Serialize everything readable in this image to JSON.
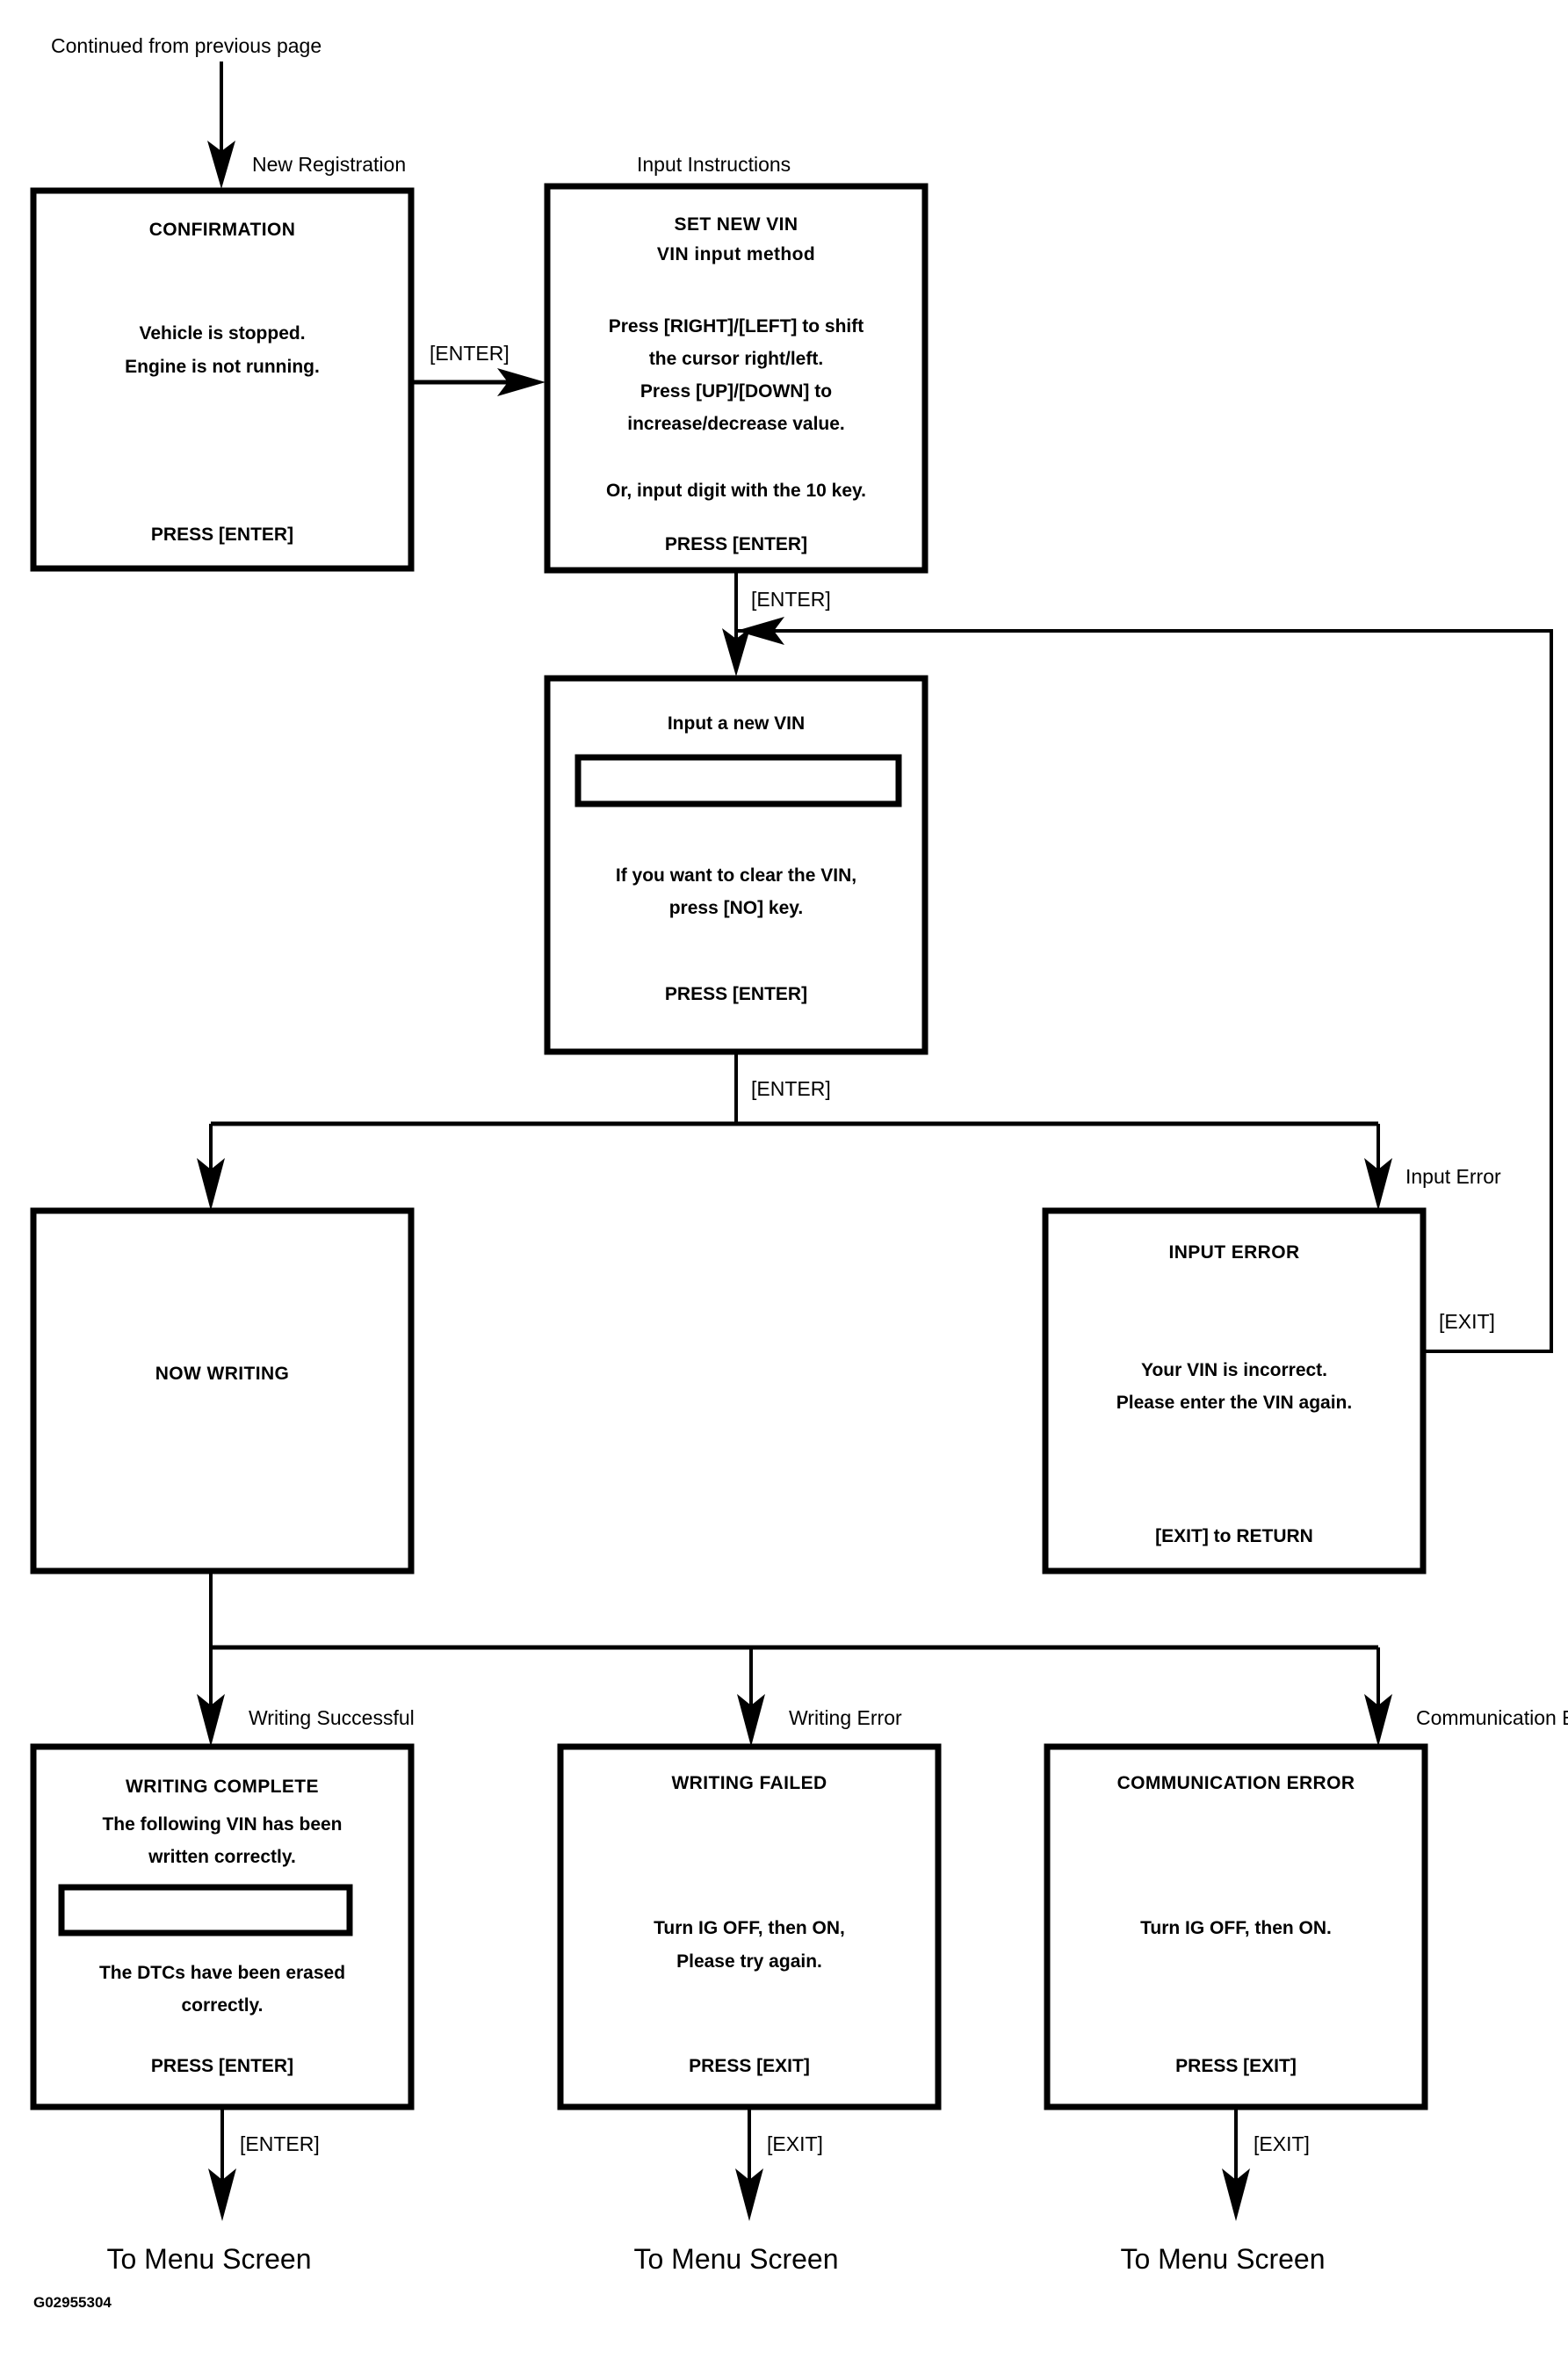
{
  "figure": {
    "id_label": "G02955304",
    "entry_note": "Continued from previous page"
  },
  "edge_labels": {
    "new_registration": "New Registration",
    "input_instructions": "Input Instructions",
    "enter_1": "[ENTER]",
    "enter_2": "[ENTER]",
    "enter_3": "[ENTER]",
    "input_error": "Input Error",
    "exit_return": "[EXIT]",
    "writing_successful": "Writing Successful",
    "writing_error": "Writing Error",
    "communication_error": "Communication Error",
    "enter_menu": "[ENTER]",
    "exit_menu_1": "[EXIT]",
    "exit_menu_2": "[EXIT]"
  },
  "terminals": {
    "menu_1": "To Menu Screen",
    "menu_2": "To Menu Screen",
    "menu_3": "To Menu Screen"
  },
  "screens": {
    "confirmation": {
      "title": "CONFIRMATION",
      "body": [
        "Vehicle is stopped.",
        "Engine is not running."
      ],
      "footer": "PRESS [ENTER]"
    },
    "set_new_vin": {
      "title_line1": "SET NEW VIN",
      "title_line2": "VIN input method",
      "body": [
        "Press [RIGHT]/[LEFT] to shift",
        "the cursor right/left.",
        "Press [UP]/[DOWN] to",
        "increase/decrease value."
      ],
      "body2": "Or, input digit with the 10 key.",
      "footer": "PRESS [ENTER]"
    },
    "input_new_vin": {
      "title": "Input a new VIN",
      "field_value": "",
      "body": [
        "If you want to clear the VIN,",
        "press [NO] key."
      ],
      "footer": "PRESS [ENTER]"
    },
    "now_writing": {
      "title": "NOW WRITING"
    },
    "input_error": {
      "title": "INPUT ERROR",
      "body": [
        "Your VIN is incorrect.",
        "Please enter the VIN again."
      ],
      "footer": "[EXIT] to RETURN"
    },
    "writing_complete": {
      "title": "WRITING COMPLETE",
      "body": [
        "The following VIN has been",
        "written correctly."
      ],
      "field_value": "",
      "body2": [
        "The DTCs have been erased",
        "correctly."
      ],
      "footer": "PRESS [ENTER]"
    },
    "writing_failed": {
      "title": "WRITING FAILED",
      "body": [
        "Turn IG OFF, then ON,",
        "Please try again."
      ],
      "footer": "PRESS [EXIT]"
    },
    "communication_error": {
      "title": "COMMUNICATION ERROR",
      "body": [
        "Turn IG OFF, then ON."
      ],
      "footer": "PRESS [EXIT]"
    }
  },
  "colors": {
    "ink": "#000000",
    "paper": "#ffffff"
  }
}
